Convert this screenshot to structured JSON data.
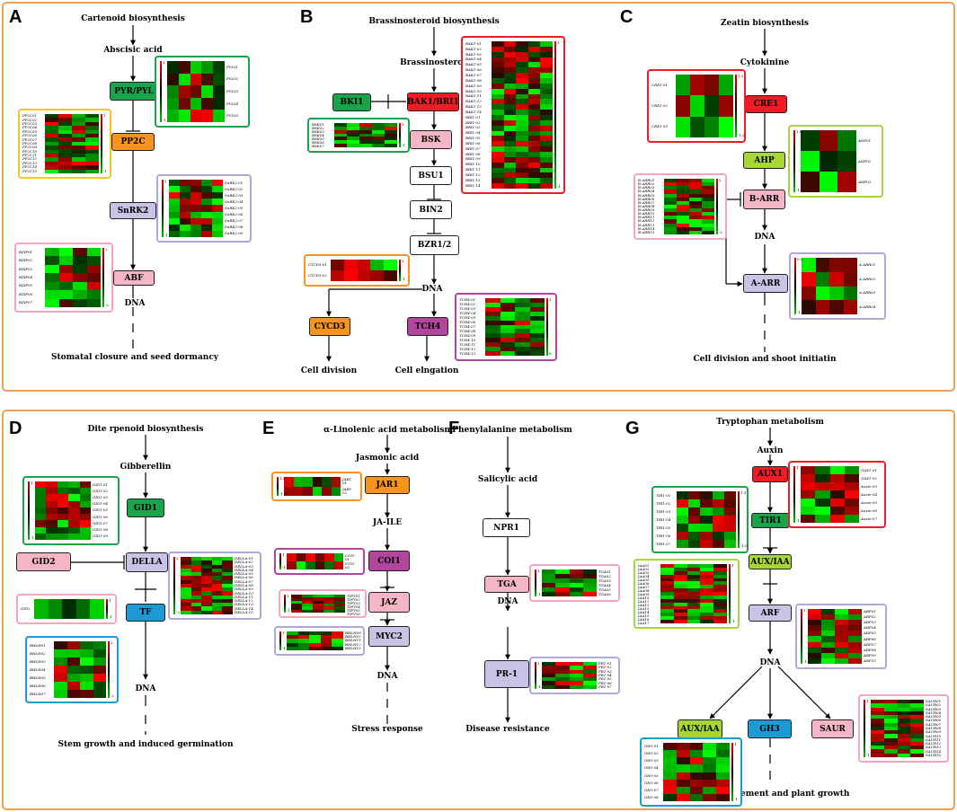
{
  "panels": [
    {
      "id": "A",
      "label": "A"
    },
    {
      "id": "B",
      "label": "B"
    },
    {
      "id": "C",
      "label": "C"
    },
    {
      "id": "D",
      "label": "D"
    },
    {
      "id": "E",
      "label": "E"
    },
    {
      "id": "F",
      "label": "F"
    },
    {
      "id": "G",
      "label": "G"
    }
  ],
  "texts": {
    "a_top": "Cartenoid biosynthesis",
    "a_aba": "Abscisic acid",
    "a_dna": "DNA",
    "a_bottom": "Stomatal closure and seed dormancy",
    "b_top": "Brassinosteroid biosynthesis",
    "b_br": "Brassinosteroid",
    "b_dna": "DNA",
    "b_div": "Cell division",
    "b_elong": "Cell elngation",
    "c_top": "Zeatin biosynthesis",
    "c_cyto": "Cytokinine",
    "c_dna": "DNA",
    "c_bottom": "Cell division and shoot initiatin",
    "d_top": "Dite rpenoid biosynthesis",
    "d_gib": "Gibberellin",
    "d_dna": "DNA",
    "d_bottom": "Stem growth and induced germination",
    "e_top": "α-Linolenic acid metabolism",
    "e_ja": "Jasmonic acid",
    "e_jaile": "JA-ILE",
    "e_dna": "DNA",
    "e_bottom": "Stress response",
    "f_top": "Phenylalanine metabolism",
    "f_sa": "Salicylic acid",
    "f_dna": "DNA",
    "f_bottom": "Disease resistance",
    "g_top": "Tryptophan metabolism",
    "g_aux": "Auxin",
    "g_dna": "DNA",
    "g_bottom": "Cell enlargement and plant growth"
  },
  "nodes": {
    "pyr": "PYR/PYL",
    "pp2c": "PP2C",
    "snrk2": "SnRK2",
    "abf": "ABF",
    "bki1": "BKI1",
    "bak1": "BAK1/BRI1",
    "bsk": "BSK",
    "bsu1": "BSU1",
    "bin2": "BIN2",
    "bzr": "BZR1/2",
    "cycd3": "CYCD3",
    "tch4": "TCH4",
    "cre1": "CRE1",
    "ahp": "AHP",
    "barr": "B-ARR",
    "aarr": "A-ARR",
    "gid1": "GID1",
    "gid2": "GID2",
    "della": "DELLA",
    "tf": "TF",
    "jar1": "JAR1",
    "coi1": "COI1",
    "jaz": "JAZ",
    "myc2": "MYC2",
    "npr1": "NPR1",
    "tga": "TGA",
    "pr1": "PR-1",
    "aux1": "AUX1",
    "tir1": "TIR1",
    "auxiaa": "AUX/IAA",
    "arf": "ARF",
    "auxiaa2": "AUX/IAA",
    "gh3": "GH3",
    "saur": "SAUR"
  },
  "colors": {
    "green": "#1aa34a",
    "orange": "#f7941d",
    "lavender": "#c9c3e6",
    "pink": "#f4b6c6",
    "red": "#ee1c25",
    "lime": "#a6d735",
    "magenta": "#b0479c",
    "blue": "#1c9ad6",
    "white": "#ffffff",
    "panel_border": "#f0a050"
  },
  "heatmaps": [
    {
      "id": "hm-pyl",
      "labels": [
        "PYL01",
        "PYL02",
        "PYL03",
        "PYL04",
        "PYL05"
      ],
      "scale": [
        "1",
        "-1"
      ]
    },
    {
      "id": "hm-pp2c",
      "labels": [
        "PP2C01",
        "PP2C02",
        "PP2C03",
        "PP2C04",
        "PP2C05",
        "PP2C06",
        "PP2C07",
        "PP2C08",
        "PP2C09",
        "PP2C10",
        "PP2C11",
        "PP2C12",
        "PP2C13",
        "PP2C14",
        "PP2C15"
      ],
      "scale": [
        "1",
        "-1"
      ]
    },
    {
      "id": "hm-snrk2",
      "labels": [
        "SnRK2-01",
        "SnRK2-02",
        "SnRK2-03",
        "SnRK2-04",
        "SnRK2-05",
        "SnRK2-06",
        "SnRK2-07",
        "SnRK2-08",
        "SnRK2-09"
      ],
      "scale": [
        "2",
        "-1"
      ]
    },
    {
      "id": "hm-abf",
      "labels": [
        "BZIP01",
        "BZIP02",
        "BZIP03",
        "BZIP04",
        "BZIP05",
        "BZIP06",
        "BZIP07"
      ],
      "scale": [
        "2",
        "-2"
      ]
    },
    {
      "id": "hm-bak1",
      "labels": [
        "BAK1-01",
        "BAK1-02",
        "BAK1-03",
        "BAK1-04",
        "BAK1-05",
        "BAK1-06",
        "BAK1-07",
        "BAK1-08",
        "BAK1-09",
        "BAK1-10",
        "BAK1-11",
        "BAK1-12",
        "BAK1-13",
        "BAK1-14",
        "BRI1-01",
        "BRI1-02",
        "BRI1-03",
        "BRI1-04",
        "BRI1-05",
        "BRI1-06",
        "BRI1-07",
        "BRI1-08",
        "BRI1-09",
        "BRI1-10",
        "BRI1-11",
        "BRI1-12",
        "BRI1-13",
        "BRI1-14"
      ],
      "scale": [
        "1",
        "-1"
      ]
    },
    {
      "id": "hm-bsk",
      "labels": [
        "BSK01",
        "BSK02",
        "BSK03",
        "BSK04",
        "BSK05",
        "BSK06",
        "BSK07"
      ],
      "scale": [
        "1",
        "-1"
      ]
    },
    {
      "id": "hm-cycd3",
      "labels": [
        "CYCD3-01",
        "CYCD3-02"
      ],
      "scale": [
        "1",
        "-1"
      ]
    },
    {
      "id": "hm-tch4",
      "labels": [
        "TCH4-01",
        "TCH4-02",
        "TCH4-03",
        "TCH4-04",
        "TCH4-05",
        "TCH4-06",
        "TCH4-07",
        "TCH4-08",
        "TCH4-09",
        "TCH4-10",
        "TCH4-11",
        "TCH4-12",
        "TCH4-13"
      ],
      "scale": [
        "1",
        "0"
      ]
    },
    {
      "id": "hm-cre1",
      "labels": [
        "CRE1-01",
        "CRE1-02",
        "CRE1-03"
      ],
      "scale": [
        "1.5",
        "-1.5"
      ]
    },
    {
      "id": "hm-ahp",
      "labels": [
        "AHP01",
        "AHP02",
        "AHP03"
      ],
      "scale": [
        "1.5",
        "-1.5"
      ]
    },
    {
      "id": "hm-barr",
      "labels": [
        "B-ARR01",
        "B-ARR02",
        "B-ARR03",
        "B-ARR04",
        "B-ARR05",
        "B-ARR06",
        "B-ARR07",
        "B-ARR08",
        "B-ARR09",
        "B-ARR10",
        "B-ARR11",
        "B-ARR12",
        "B-ARR13",
        "B-ARR14",
        "B-ARR15"
      ],
      "scale": [
        "2",
        "-2"
      ]
    },
    {
      "id": "hm-aarr",
      "labels": [
        "A-ARR01",
        "A-ARR02",
        "A-ARR03",
        "A-ARR04"
      ],
      "scale": [
        "0.5",
        "-1.5"
      ]
    },
    {
      "id": "hm-gid1",
      "labels": [
        "GID1-01",
        "GID1-02",
        "GID1-03",
        "GID1-04",
        "GID1-05",
        "GID1-06",
        "GID1-07",
        "GID1-08",
        "GID1-09"
      ],
      "scale": [
        "1",
        "-1"
      ]
    },
    {
      "id": "hm-gid2",
      "labels": [
        "GID2"
      ],
      "scale": [
        "1",
        "-1"
      ]
    },
    {
      "id": "hm-della",
      "labels": [
        "DELLA-01",
        "DELLA-02",
        "DELLA-03",
        "DELLA-04",
        "DELLA-05",
        "DELLA-06",
        "DELLA-07",
        "DELLA-08",
        "DELLA-09",
        "DELLA-10",
        "DELLA-11",
        "DELLA-12",
        "DELLA-13",
        "DELLA-14",
        "DELLA-15"
      ],
      "scale": [
        "2",
        "-2"
      ]
    },
    {
      "id": "hm-tf",
      "labels": [
        "BHLH01",
        "BHLH02",
        "BHLH03",
        "BHLH04",
        "BHLH05",
        "BHLH06",
        "BHLH07"
      ],
      "scale": [
        "2",
        "-2"
      ]
    },
    {
      "id": "hm-jar1",
      "labels": [
        "JAR1-01",
        "JAR1-02"
      ],
      "scale": [
        "1.5",
        "-1.5"
      ]
    },
    {
      "id": "hm-coi1",
      "labels": [
        "COI1-01",
        "COI1-02"
      ],
      "scale": [
        "1",
        "-1"
      ]
    },
    {
      "id": "hm-jaz",
      "labels": [
        "TIFY01",
        "TIFY02",
        "TIFY03",
        "TIFY04",
        "TIFY05",
        "TIFY06"
      ],
      "scale": [
        "1",
        "-1"
      ]
    },
    {
      "id": "hm-myc2",
      "labels": [
        "BHLH09",
        "BHLH10",
        "BHLH11",
        "BHLH12",
        "BHLH13"
      ],
      "scale": [
        "1",
        "-1"
      ]
    },
    {
      "id": "hm-tga",
      "labels": [
        "TGA01",
        "TGA02",
        "TGA03",
        "TGA04",
        "TGA05",
        "TGA06"
      ],
      "scale": [
        "1",
        "-1"
      ]
    },
    {
      "id": "hm-pr1",
      "labels": [
        "PR1-01",
        "PR1-02",
        "PR1-03",
        "PR1-04",
        "PR1-05",
        "PR1-06",
        "PR1-07"
      ],
      "scale": [
        "1",
        "-1"
      ]
    },
    {
      "id": "hm-tir1",
      "labels": [
        "TIR1-01",
        "TIR1-02",
        "TIR1-03",
        "TIR1-04",
        "TIR1-05",
        "TIR1-06",
        "TIR1-07"
      ],
      "scale": [
        "1.5",
        "-1.5"
      ]
    },
    {
      "id": "hm-aux1",
      "labels": [
        "GAX1-01",
        "GAX1-02",
        "Auxin-03",
        "Auxin-04",
        "Auxin-05",
        "Auxin-06",
        "Auxin-07"
      ],
      "scale": [
        "1",
        "-1"
      ]
    },
    {
      "id": "hm-auxiaa",
      "labels": [
        "IAA01",
        "IAA02",
        "IAA03",
        "IAA04",
        "IAA05",
        "IAA06",
        "IAA07",
        "IAA08",
        "IAA09",
        "IAA10",
        "IAA11",
        "IAA12",
        "IAA13",
        "IAA14",
        "IAA15",
        "IAA16",
        "IAA17"
      ],
      "scale": [
        "1",
        "-1"
      ]
    },
    {
      "id": "hm-arf",
      "labels": [
        "ARF01",
        "ARF02",
        "ARF03",
        "ARF04",
        "ARF05",
        "ARF06",
        "ARF07",
        "ARF08",
        "ARF09",
        "ARF10"
      ],
      "scale": [
        "1",
        "-1"
      ]
    },
    {
      "id": "hm-gh3",
      "labels": [
        "GH3-01",
        "GH3-02",
        "GH3-03",
        "GH3-04",
        "GH3-05",
        "GH3-06",
        "GH3-07",
        "GH3-08"
      ],
      "scale": [
        "1",
        "-1"
      ]
    },
    {
      "id": "hm-saur",
      "labels": [
        "SAUR01",
        "SAUR02",
        "SAUR03",
        "SAUR04",
        "SAUR05",
        "SAUR06",
        "SAUR07",
        "SAUR08",
        "SAUR09",
        "SAUR10",
        "SAUR11",
        "SAUR12",
        "SAUR13",
        "SAUR14",
        "SAUR15"
      ],
      "scale": [
        "1",
        "-1"
      ]
    }
  ]
}
